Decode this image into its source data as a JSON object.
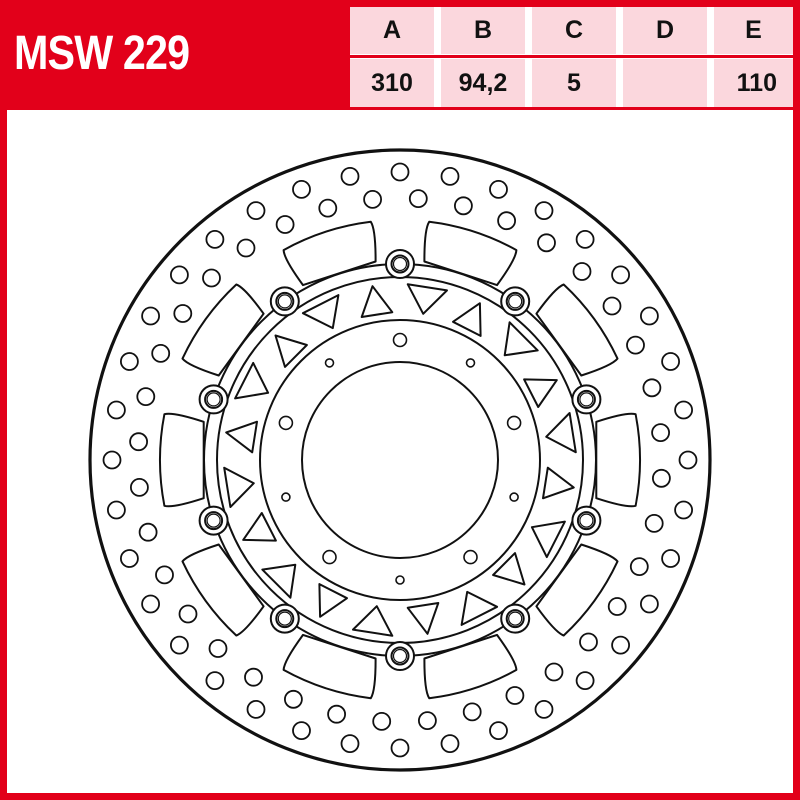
{
  "product": {
    "code": "MSW 229"
  },
  "spec_table": {
    "headers": [
      "A",
      "B",
      "C",
      "D",
      "E"
    ],
    "values": [
      "310",
      "94,2",
      "5",
      "",
      "110"
    ]
  },
  "diagram": {
    "subject": "floating brake disc outline drawing",
    "bolt_holes_outer_ring": 10,
    "inner_mount_holes": 10,
    "colors": {
      "brand_red": "#e2001a",
      "table_cell": "#fbd7dd",
      "line": "#111111",
      "background": "#ffffff"
    }
  }
}
